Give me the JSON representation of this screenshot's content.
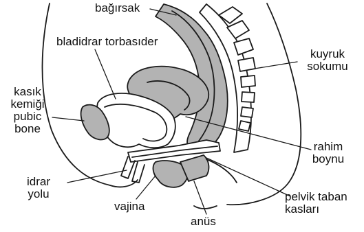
{
  "labels": {
    "bowel": "bağırsak",
    "bladder": "bladidrar torbasıder",
    "pubic_line1": "kasık",
    "pubic_line2": "kemiği",
    "pubic_line3": "pubic",
    "pubic_line4": "bone",
    "tailbone_line1": "kuyruk",
    "tailbone_line2": "sokumu",
    "cervix_line1": "rahim",
    "cervix_line2": "boynu",
    "urethra_line1": "idrar",
    "urethra_line2": "yolu",
    "vagina": "vajina",
    "anus": "anüs",
    "pelvic_floor_line1": "pelvik taban",
    "pelvic_floor_line2": "kasları"
  },
  "colors": {
    "organ_fill": "#b3b3b3",
    "outline": "#1a1a1a",
    "background": "#ffffff"
  }
}
